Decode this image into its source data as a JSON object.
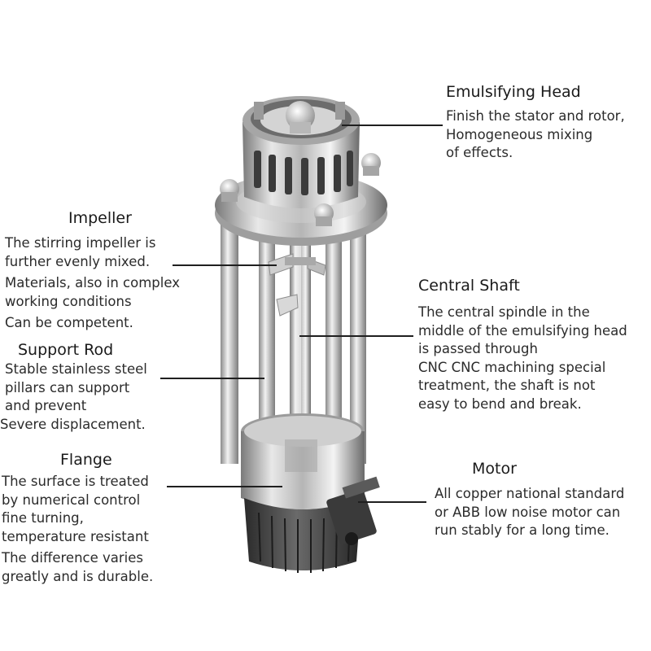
{
  "callouts": {
    "emulsifying_head": {
      "title": "Emulsifying Head",
      "lines": [
        "Finish the stator and rotor,",
        "Homogeneous mixing",
        "of effects."
      ]
    },
    "impeller": {
      "title": "Impeller",
      "lines": [
        "The stirring impeller is",
        "further evenly mixed.",
        "Materials, also in complex",
        "working conditions",
        "Can be competent."
      ]
    },
    "support_rod": {
      "title": "Support Rod",
      "lines": [
        "Stable stainless steel",
        "pillars can support",
        "and prevent",
        "Severe displacement."
      ]
    },
    "central_shaft": {
      "title": "Central Shaft",
      "lines": [
        "The central spindle in the",
        "middle of the emulsifying head",
        "is passed through",
        "CNC CNC machining special",
        "treatment, the shaft is not",
        "easy to bend and break."
      ]
    },
    "flange": {
      "title": "Flange",
      "lines": [
        "The surface is treated",
        "by numerical control",
        "fine turning,",
        "temperature resistant",
        "The difference varies",
        "greatly and is durable."
      ]
    },
    "motor": {
      "title": "Motor",
      "lines": [
        "All copper national standard",
        "or ABB low noise motor can",
        "run stably for a long time."
      ]
    }
  },
  "colors": {
    "steel_light": "#f2f2f2",
    "steel_mid": "#bdbdbd",
    "steel_dark": "#6e6e6e",
    "motor_body": "#3a3a3a",
    "leader_line": "#1f1f1f"
  }
}
